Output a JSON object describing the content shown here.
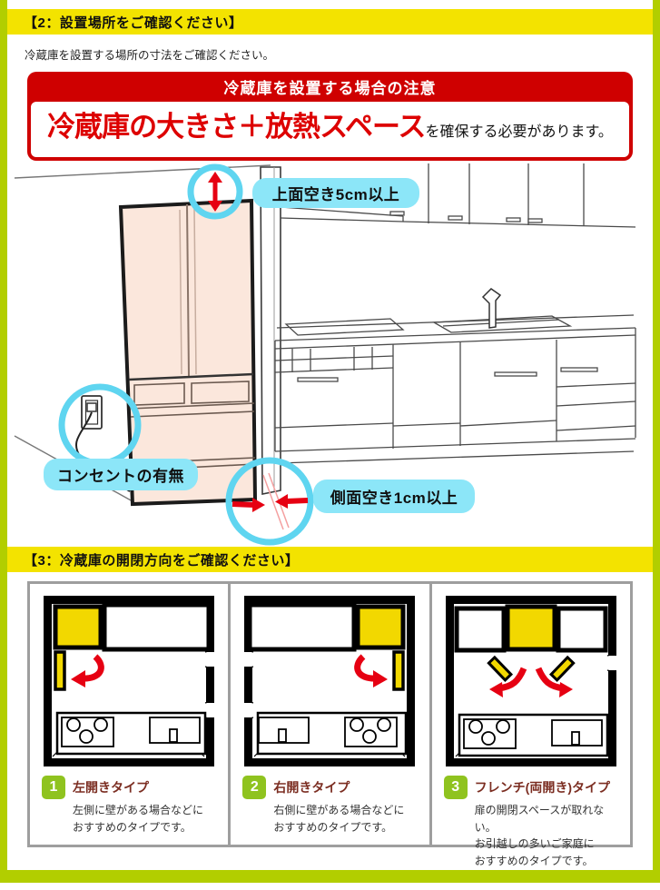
{
  "colors": {
    "frame_green": "#b2ce00",
    "header_yellow": "#f3e300",
    "notice_red": "#cf0000",
    "highlight_red": "#dd0000",
    "callout_blue": "#8ce6f8",
    "circle_blue": "#5fd5f0",
    "fridge_pink": "#fbe7dc",
    "diagram_yellow": "#f2d800",
    "badge_green": "#8fc31f",
    "type_title_maroon": "#7b2d21",
    "arrow_red": "#e60012"
  },
  "section2": {
    "header": "【2：設置場所をご確認ください】",
    "intro": "冷蔵庫を設置する場所の寸法をご確認ください。",
    "notice_title": "冷蔵庫を設置する場合の注意",
    "notice_highlight": "冷蔵庫の大きさ＋放熱スペース",
    "notice_suffix": "を確保する必要があります。",
    "callout_top": "上面空き5cm以上",
    "callout_outlet": "コンセントの有無",
    "callout_side": "側面空き1cm以上"
  },
  "section3": {
    "header": "【3：冷蔵庫の開閉方向をご確認ください】",
    "types": [
      {
        "number": "1",
        "title": "左開きタイプ",
        "desc": "左側に壁がある場合などに\nおすすめのタイプです。"
      },
      {
        "number": "2",
        "title": "右開きタイプ",
        "desc": "右側に壁がある場合などに\nおすすめのタイプです。"
      },
      {
        "number": "3",
        "title": "フレンチ(両開き)タイプ",
        "desc": "扉の開閉スペースが取れない。\nお引越しの多いご家庭に\nおすすめのタイプです。"
      }
    ]
  }
}
